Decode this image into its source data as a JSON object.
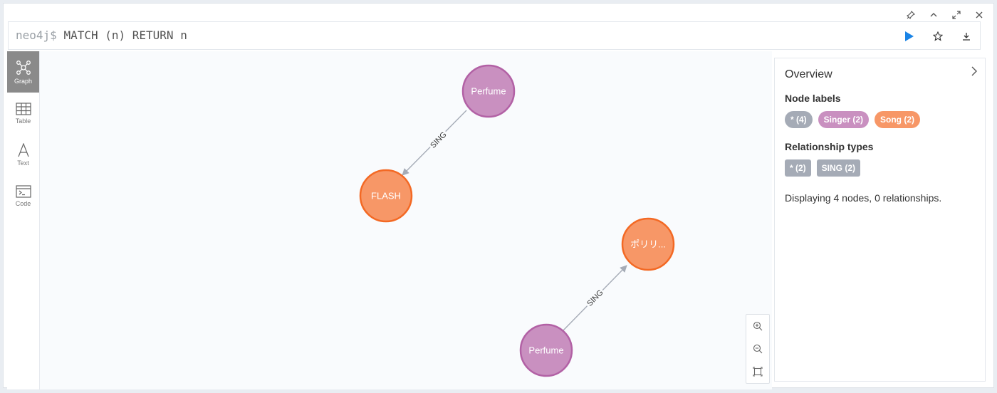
{
  "editor": {
    "prompt": "neo4j$",
    "query": "MATCH (n) RETURN n"
  },
  "window_icons": [
    "pin-icon",
    "chevron-up-icon",
    "expand-icon",
    "close-icon"
  ],
  "editor_actions": [
    "play-icon",
    "star-icon",
    "download-icon"
  ],
  "view_tabs": [
    {
      "label": "Graph",
      "icon": "graph-icon",
      "active": true
    },
    {
      "label": "Table",
      "icon": "table-icon",
      "active": false
    },
    {
      "label": "Text",
      "icon": "text-icon",
      "active": false
    },
    {
      "label": "Code",
      "icon": "code-icon",
      "active": false
    }
  ],
  "graph": {
    "nodes": [
      {
        "label": "Perfume",
        "type": "Singer"
      },
      {
        "label": "FLASH",
        "type": "Song"
      },
      {
        "label": "ポリリ...",
        "type": "Song"
      },
      {
        "label": "Perfume",
        "type": "Singer"
      }
    ],
    "relationships": [
      {
        "label": "SING"
      },
      {
        "label": "SING"
      }
    ]
  },
  "colors": {
    "singer_fill": "#c990c0",
    "singer_stroke": "#b261a5",
    "song_fill": "#f79767",
    "song_stroke": "#f36924",
    "all_chip": "#a5abb6",
    "play": "#1a84e6"
  },
  "overview": {
    "title": "Overview",
    "node_labels_heading": "Node labels",
    "node_labels": [
      {
        "label": "* (4)",
        "color": "#a5abb6"
      },
      {
        "label": "Singer (2)",
        "color": "#c990c0"
      },
      {
        "label": "Song (2)",
        "color": "#f79767"
      }
    ],
    "relationship_types_heading": "Relationship types",
    "relationship_types": [
      {
        "label": "* (2)",
        "color": "#a5abb6"
      },
      {
        "label": "SING (2)",
        "color": "#a5abb6"
      }
    ],
    "status": "Displaying 4 nodes, 0 relationships."
  }
}
